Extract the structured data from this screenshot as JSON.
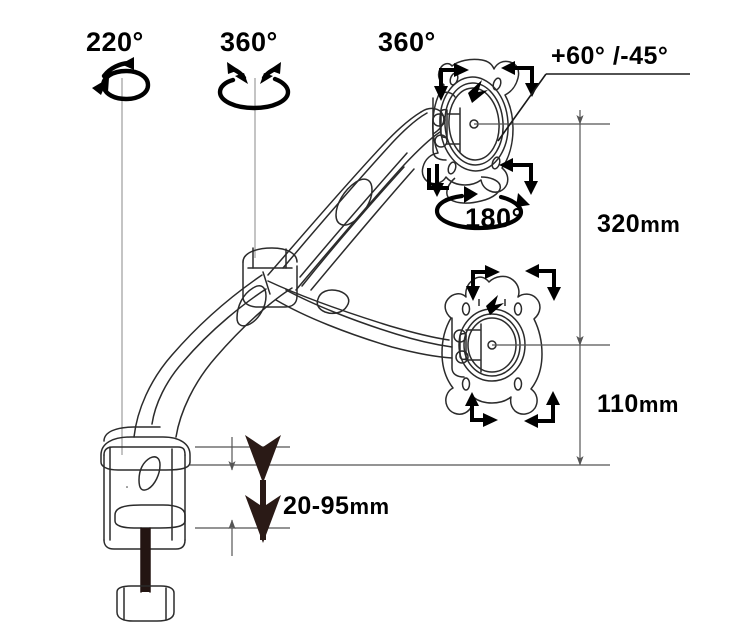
{
  "diagram": {
    "title": "Gas spring monitor arm dimension diagram",
    "product": "desk-mount monitor arm with C-clamp base"
  },
  "annotations": {
    "base_rotation": {
      "label": "220°",
      "name": "base-rotation",
      "icon": "rotation-single-arrow-icon"
    },
    "arm_rotation": {
      "label": "360°",
      "name": "arm-joint-rotation",
      "icon": "rotation-double-arrow-icon"
    },
    "head_rotation": {
      "label": "360°",
      "name": "head-rotation",
      "icon": "rotation-double-arrow-icon"
    },
    "screen_rotation": {
      "label": "180°",
      "name": "screen-swivel-rotation",
      "icon": "rotation-ellipse-icon"
    },
    "tilt": {
      "label": "+60°  /-45°",
      "name": "screen-tilt-range"
    }
  },
  "dimensions": {
    "upper_height": {
      "value": "320",
      "unit": "mm",
      "name": "upper-height-dimension"
    },
    "lower_height": {
      "value": "110",
      "unit": "mm",
      "name": "lower-height-dimension"
    },
    "clamp_range": {
      "value": "20-95",
      "unit": "mm",
      "name": "desk-clamp-thickness-range"
    }
  },
  "colors": {
    "line": "#1a1a1a",
    "thin_line": "#666666",
    "dimension_line": "#555555",
    "clamp_arrow": "#2a1a16",
    "background": "#ffffff"
  }
}
